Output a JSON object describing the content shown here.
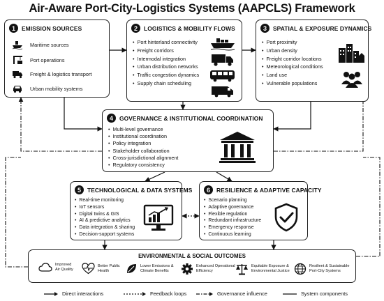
{
  "title": "Air-Aware Port-City-Logistics Systems (AAPCLS) Framework",
  "boxes": {
    "emission": {
      "num": "1",
      "title": "EMISSION SOURCES",
      "items": [
        "Maritime sources",
        "Port operations",
        "Freight & logistics transport",
        "Urban mobility systems"
      ],
      "icons": [
        "ship-icon",
        "crane-icon",
        "truck-icon",
        "car-icon"
      ]
    },
    "logistics": {
      "num": "2",
      "title": "LOGISTICS & MOBILITY FLOWS",
      "items": [
        "Port hinterland connectivity",
        "Freight corridors",
        "Intermodal integration",
        "Urban distribution networks",
        "Traffic congestion dynamics",
        "Supply chain scheduling"
      ],
      "icons": [
        "ship-icon",
        "truck-icon",
        "bus-icon",
        "van-icon"
      ]
    },
    "spatial": {
      "num": "3",
      "title": "SPATIAL & EXPOSURE DYNAMICS",
      "items": [
        "Port proximity",
        "Urban density",
        "Freight corridor locations",
        "Meteorological conditions",
        "Land use",
        "Vulnerable populations"
      ],
      "icons": [
        "city-icon",
        "people-icon"
      ]
    },
    "governance": {
      "num": "4",
      "title": "GOVERNANCE & INSTITUTIONAL COORDINATION",
      "items": [
        "Multi-level governance",
        "Institutional coordination",
        "Policy integration",
        "Stakeholder collaboration",
        "Cross-jurisdictional alignment",
        "Regulatory consistency"
      ],
      "icons": [
        "institution-icon"
      ]
    },
    "tech": {
      "num": "5",
      "title": "TECHNOLOGICAL & DATA SYSTEMS",
      "items": [
        "Real-time monitoring",
        "IoT sensors",
        "Digital twins & GIS",
        "AI & predictive analytics",
        "Data integration & sharing",
        "Decision-support systems"
      ],
      "icons": [
        "monitor-chart-icon"
      ]
    },
    "resilience": {
      "num": "6",
      "title": "RESILIENCE & ADAPTIVE CAPACITY",
      "items": [
        "Scenario planning",
        "Adaptive governance",
        "Flexible regulation",
        "Redundant infrastructure",
        "Emergency response",
        "Continuous learning"
      ],
      "icons": [
        "shield-check-icon"
      ]
    }
  },
  "outcomes": {
    "title": "ENVIRONMENTAL & SOCIAL OUTCOMES",
    "items": [
      {
        "line1": "Improved",
        "line2": "Air Quality",
        "icon": "cloud-icon"
      },
      {
        "line1": "Better Public",
        "line2": "Health",
        "icon": "heart-pulse-icon"
      },
      {
        "line1": "Lower Emissions &",
        "line2": "Climate Benefits",
        "icon": "leaf-icon"
      },
      {
        "line1": "Enhanced Operational",
        "line2": "Efficiency",
        "icon": "gear-icon"
      },
      {
        "line1": "Equitable Exposure &",
        "line2": "Environmental Justice",
        "icon": "scale-icon"
      },
      {
        "line1": "Resilient & Sustainable",
        "line2": "Port-City Systems",
        "icon": "globe-icon"
      }
    ]
  },
  "legend": {
    "direct": "Direct interactions",
    "feedback": "Feedback loops",
    "governance": "Governance influence",
    "components": "System components"
  }
}
